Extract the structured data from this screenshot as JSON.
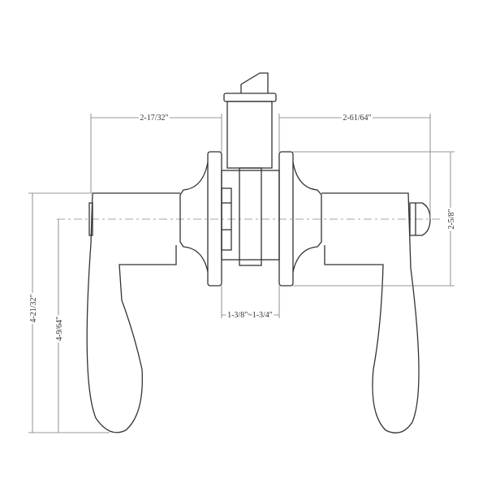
{
  "title": "Lever lockset dimension drawing",
  "dimensions": {
    "left_lever_projection": "2-17/32\"",
    "right_lever_projection": "2-61/64\"",
    "rose_diameter": "2-5/8\"",
    "door_thickness": "1-3/8\"~1-3/4\"",
    "overall_height": "4-21/32\"",
    "center_to_bottom": "4-9/64\""
  }
}
